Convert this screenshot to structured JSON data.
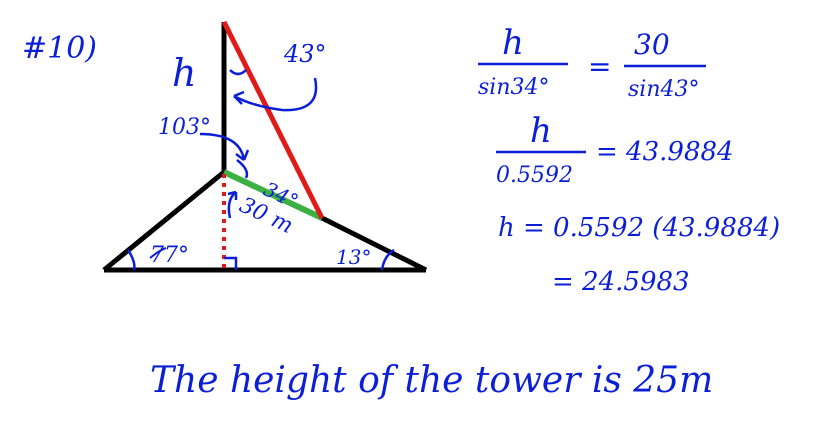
{
  "problem_number": "#10)",
  "diagram": {
    "labels": {
      "h": "h",
      "angle_43": "43°",
      "angle_103": "103°",
      "angle_34": "34°",
      "length_30": "30 m",
      "angle_77": "77°",
      "angle_13": "13°"
    },
    "colors": {
      "structure": "#000000",
      "hypotenuse": "#e11a1a",
      "slope": "#3cb043",
      "altitude_dotted": "#e11a1a",
      "annotation": "#0b1fd6"
    }
  },
  "work": {
    "line1": {
      "left_num": "h",
      "left_den": "sin34°",
      "eq": "=",
      "right_num": "30",
      "right_den": "sin43°"
    },
    "line2": {
      "num": "h",
      "den": "0.5592",
      "rhs": "= 43.9884"
    },
    "line3": "h = 0.5592 (43.9884)",
    "line4": "= 24.5983"
  },
  "conclusion": "The height of the tower is 25m"
}
